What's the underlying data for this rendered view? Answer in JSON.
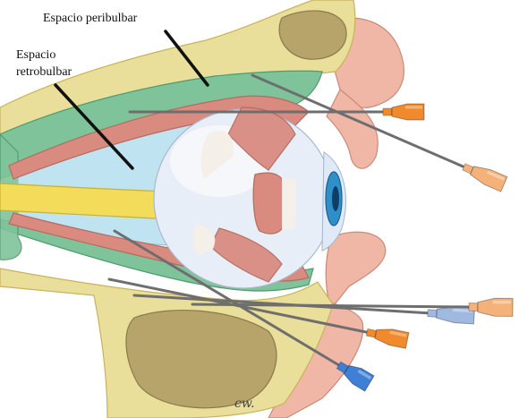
{
  "labels": {
    "peribulbar": "Espacio peribulbar",
    "retrobulbar_line1": "Espacio",
    "retrobulbar_line2": "retrobulbar",
    "signature": "cw."
  },
  "colors": {
    "bone": "#e9df9a",
    "bone_dark": "#c9b25a",
    "sinus": "#b7a46a",
    "peribulbar_space": "#7fc39a",
    "retrobulbar_space": "#bfe3f0",
    "skin": "#f0b7a6",
    "muscle": "#d98b80",
    "globe": "#e8eef7",
    "optic_nerve": "#f2dc5a",
    "iris": "#2f8fc8",
    "needle": "#6e6e6e",
    "hub_orange": "#f08a2c",
    "hub_peach": "#f4b27a",
    "hub_blue": "#3f7fd6",
    "hub_lightblue": "#9fb9e0"
  },
  "icons": {
    "needles": [
      "needle-icon",
      "needle-icon",
      "needle-icon",
      "needle-icon",
      "needle-icon",
      "needle-icon"
    ],
    "syringe_hub": "syringe-hub-icon"
  }
}
